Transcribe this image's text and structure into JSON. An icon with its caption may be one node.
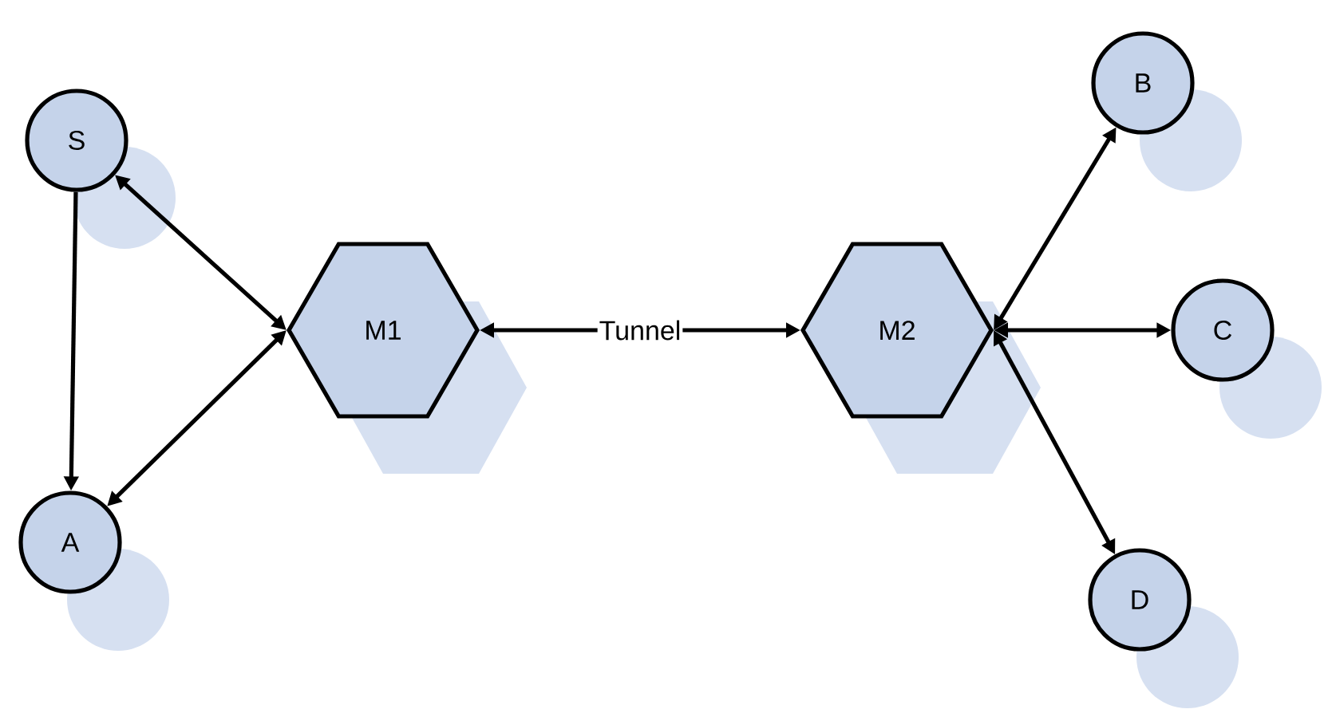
{
  "diagram": {
    "nodes": [
      {
        "text": [
          "S"
        ]
      },
      {
        "text": [
          "A"
        ]
      },
      {
        "text": [
          "M1"
        ]
      },
      {
        "text": [
          "M2"
        ]
      },
      {
        "text": [
          "B"
        ]
      },
      {
        "text": [
          "C"
        ]
      },
      {
        "text": [
          "D"
        ]
      }
    ],
    "edges": [
      {
        "from": 0,
        "to": 1,
        "arrow": "to"
      },
      {
        "from": 0,
        "to": 2,
        "arrow": "both"
      },
      {
        "from": 1,
        "to": 2,
        "arrow": "both"
      },
      {
        "from": 2,
        "to": 3,
        "arrow": "both",
        "label": "Tunnel"
      },
      {
        "from": 3,
        "to": 4,
        "arrow": "both"
      },
      {
        "from": 3,
        "to": 5,
        "arrow": "both"
      },
      {
        "from": 3,
        "to": 6,
        "arrow": "both"
      }
    ]
  }
}
